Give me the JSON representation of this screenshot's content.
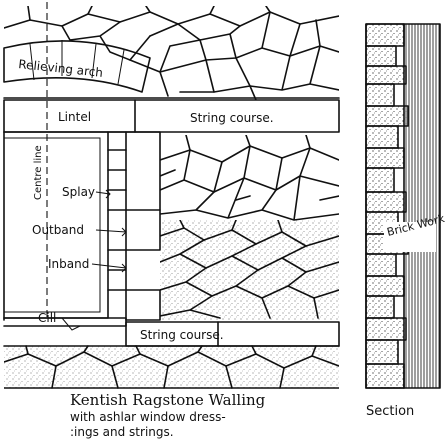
{
  "labels": {
    "relieving_arch": "Relieving arch",
    "lintel": "Lintel",
    "string_course_top": "String course.",
    "centre_line": "Centre line",
    "splay": "Splay",
    "outband": "Outband",
    "inband": "Inband",
    "cill": "Cill",
    "string_course_bottom": "String course.",
    "brick_work": "Brick Work",
    "section": "Section"
  },
  "caption": {
    "line1": "Kentish Ragstone Walling",
    "line2": "with ashlar window dress-",
    "line3": ":ings and strings."
  },
  "colors": {
    "ink": "#111111",
    "paper": "#ffffff"
  }
}
